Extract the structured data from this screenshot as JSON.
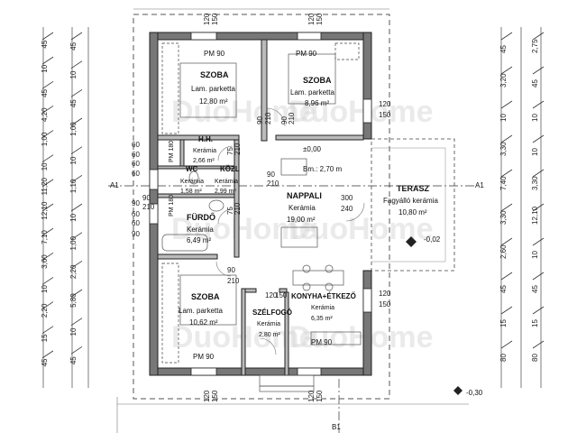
{
  "rooms": [
    {
      "name": "SZOBA",
      "floor": "Lam. parketta",
      "area": "12,80 m²"
    },
    {
      "name": "SZOBA",
      "floor": "Lam. parketta",
      "area": "8,96 m²"
    },
    {
      "name": "H.H.",
      "floor": "Kerámia",
      "area": "2,66 m²"
    },
    {
      "name": "WC",
      "floor": "Kerámia",
      "area": "1,58 m²"
    },
    {
      "name": "KÖZL",
      "floor": "Kerámia",
      "area": "2,99 m²"
    },
    {
      "name": "FÜRDŐ",
      "floor": "Kerámia",
      "area": "6,49 m²"
    },
    {
      "name": "NAPPALI",
      "floor": "Kerámia",
      "area": "19,00 m²"
    },
    {
      "name": "TERASZ",
      "floor": "Fagyálló kerámia",
      "area": "10,80 m²"
    },
    {
      "name": "SZOBA",
      "floor": "Lam. parketta",
      "area": "10,62 m²"
    },
    {
      "name": "SZÉLFOGÓ",
      "floor": "Kerámia",
      "area": "2,80 m²"
    },
    {
      "name": "KONYHA+ÉTKEZŐ",
      "floor": "Kerámia",
      "area": "6,35 m²"
    }
  ],
  "levels": {
    "floor": "±0,00",
    "terrace": "-0,02",
    "ground": "-0,30"
  },
  "ceiling": "Bm.: 2,70 m",
  "section_marks": {
    "a_left": "A1",
    "a_right": "A1",
    "b_bottom": "B1"
  },
  "pm_labels": [
    "PM 90",
    "PM 90",
    "PM 90",
    "PM 90",
    "PM 180",
    "PM 180"
  ],
  "openings": [
    "120",
    "150",
    "120",
    "150",
    "90",
    "210",
    "90",
    "210",
    "75",
    "210",
    "90",
    "210",
    "75",
    "210",
    "90",
    "210",
    "300",
    "240",
    "90",
    "210",
    "120",
    "150",
    "120",
    "150",
    "120",
    "150",
    "120",
    "150",
    "60",
    "60",
    "60",
    "60",
    "90",
    "60",
    "60",
    "90",
    "120",
    "150"
  ],
  "dims_left_outer": [
    "45",
    "10",
    "45",
    "4,20",
    "1,00",
    "10",
    "11,20",
    "12,10",
    "7,10",
    "3,60",
    "10",
    "2,20",
    "15",
    "45"
  ],
  "dims_left_inner": [
    "45",
    "10",
    "45",
    "1,00",
    "10",
    "1,10",
    "10",
    "1,00",
    "2,20",
    "5,80",
    "10",
    "45"
  ],
  "dims_right_inner": [
    "45",
    "3,20",
    "10",
    "3,30",
    "7,40",
    "3,30",
    "2,60",
    "45",
    "15",
    "80"
  ],
  "dims_right_outer": [
    "2,75",
    "45",
    "10",
    "10",
    "3,30",
    "12,10",
    "10",
    "45",
    "15",
    "80"
  ],
  "watermark": "DuoHome"
}
